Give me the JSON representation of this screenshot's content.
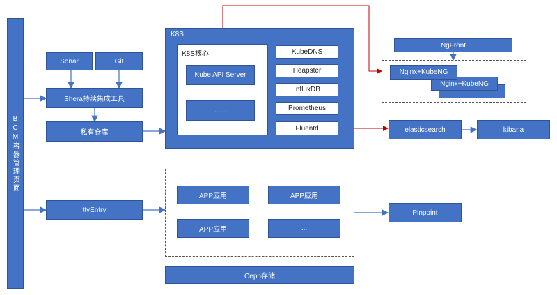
{
  "left_bar": {
    "label": "BCM容器管理页面"
  },
  "sonar": "Sonar",
  "git": "Git",
  "shera": "Shera持续集成工具",
  "registry": "私有仓库",
  "tty_entry": "ttyEntry",
  "k8s": {
    "title": "K8S",
    "core_title": "K8S核心",
    "api_server": "Kube API Server",
    "core_more": "......",
    "components": [
      "KubeDNS",
      "Heapster",
      "InfluxDB",
      "Prometheus",
      "Fluentd"
    ]
  },
  "ngfront": "NgFront",
  "nginx_kubeng_1": "Nginx+KubeNG",
  "nginx_kubeng_2": "Nginx+KubeNG",
  "elasticsearch": "elasticsearch",
  "kibana": "kibana",
  "apps": [
    "APP应用",
    "APP应用",
    "APP应用",
    "..."
  ],
  "pinpoint": "Pinpoint",
  "ceph": "Ceph存储",
  "colors": {
    "box_fill": "#4472c4",
    "box_border": "#2f5597",
    "arrow": "#4472c4",
    "red_line": "#c00000"
  }
}
